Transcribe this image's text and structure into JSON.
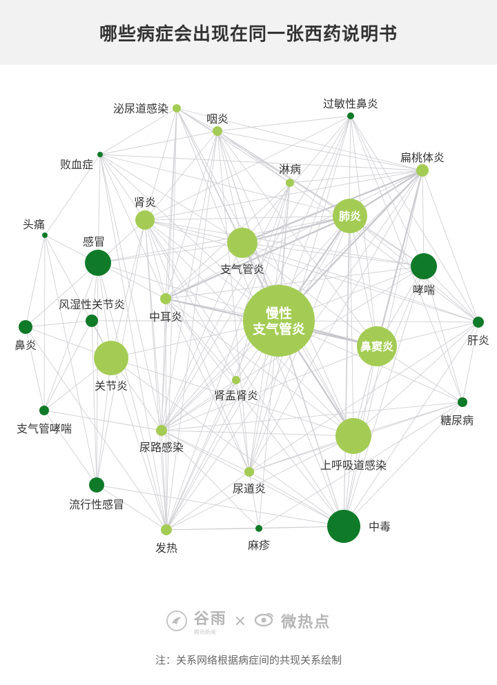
{
  "title": "哪些病症会出现在同一张西药说明书",
  "colors": {
    "dark_green": "#0f7a28",
    "light_green": "#a4cc55",
    "edge": "#cfcfd4",
    "header_bg": "#f2f2f2"
  },
  "nodes": [
    {
      "id": "mnddgr",
      "label": "泌尿道感染",
      "type": "light",
      "size": 6
    },
    {
      "id": "yy",
      "label": "咽炎",
      "type": "light",
      "size": 7
    },
    {
      "id": "gmxby",
      "label": "过敏性鼻炎",
      "type": "dark",
      "size": 5
    },
    {
      "id": "bxz",
      "label": "败血症",
      "type": "dark",
      "size": 4
    },
    {
      "id": "lb",
      "label": "淋病",
      "type": "light",
      "size": 6
    },
    {
      "id": "btty",
      "label": "扁桃体炎",
      "type": "light",
      "size": 9
    },
    {
      "id": "sy",
      "label": "肾炎",
      "type": "light",
      "size": 14
    },
    {
      "id": "fy",
      "label": "肺炎",
      "type": "light",
      "size": 25
    },
    {
      "id": "tt",
      "label": "头痛",
      "type": "dark",
      "size": 4
    },
    {
      "id": "gm",
      "label": "感冒",
      "type": "dark",
      "size": 19
    },
    {
      "id": "zqgy",
      "label": "支气管炎",
      "type": "light",
      "size": 22
    },
    {
      "id": "xc",
      "label": "哮喘",
      "type": "dark",
      "size": 19
    },
    {
      "id": "fsxgjy",
      "label": "风湿性关节炎",
      "type": "dark",
      "size": 9
    },
    {
      "id": "zey",
      "label": "中耳炎",
      "type": "light",
      "size": 8
    },
    {
      "id": "mxzqgy",
      "label": "慢性支气管炎",
      "type": "light",
      "size": 52
    },
    {
      "id": "gany",
      "label": "肝炎",
      "type": "dark",
      "size": 8
    },
    {
      "id": "biy",
      "label": "鼻炎",
      "type": "dark",
      "size": 10
    },
    {
      "id": "bdy",
      "label": "鼻窦炎",
      "type": "light",
      "size": 29
    },
    {
      "id": "gjy",
      "label": "关节炎",
      "type": "light",
      "size": 25
    },
    {
      "id": "sysy",
      "label": "肾盂肾炎",
      "type": "light",
      "size": 6
    },
    {
      "id": "tnb",
      "label": "糖尿病",
      "type": "dark",
      "size": 7
    },
    {
      "id": "zqgxc",
      "label": "支气管哮喘",
      "type": "dark",
      "size": 7
    },
    {
      "id": "nlgr",
      "label": "尿路感染",
      "type": "light",
      "size": 8
    },
    {
      "id": "shxdgr",
      "label": "上呼吸道感染",
      "type": "light",
      "size": 26
    },
    {
      "id": "nday",
      "label": "尿道炎",
      "type": "light",
      "size": 7
    },
    {
      "id": "lxxgm",
      "label": "流行性感冒",
      "type": "dark",
      "size": 11
    },
    {
      "id": "fr",
      "label": "发热",
      "type": "light",
      "size": 8
    },
    {
      "id": "mz",
      "label": "麻疹",
      "type": "dark",
      "size": 5
    },
    {
      "id": "zd",
      "label": "中毒",
      "type": "dark",
      "size": 24
    }
  ],
  "inside_labels": {
    "fy": [
      "肺炎"
    ],
    "mxzqgy": [
      "慢性",
      "支气管炎"
    ],
    "bdy": [
      "鼻窦炎"
    ]
  },
  "edges": [
    [
      "mxzqgy",
      "fy",
      1
    ],
    [
      "mxzqgy",
      "bdy",
      1
    ],
    [
      "mxzqgy",
      "zqgy",
      1
    ],
    [
      "mxzqgy",
      "shxdgr",
      1
    ],
    [
      "mxzqgy",
      "gjy",
      0
    ],
    [
      "mxzqgy",
      "xc",
      0
    ],
    [
      "mxzqgy",
      "btty",
      1
    ],
    [
      "mxzqgy",
      "zey",
      0
    ],
    [
      "mxzqgy",
      "sy",
      0
    ],
    [
      "mxzqgy",
      "nlgr",
      0
    ],
    [
      "mxzqgy",
      "zd",
      0
    ],
    [
      "mxzqgy",
      "gm",
      0
    ],
    [
      "mxzqgy",
      "yy",
      0
    ],
    [
      "mxzqgy",
      "lb",
      0
    ],
    [
      "mxzqgy",
      "gany",
      0
    ],
    [
      "mxzqgy",
      "tnb",
      0
    ],
    [
      "mxzqgy",
      "nday",
      0
    ],
    [
      "mxzqgy",
      "fr",
      0
    ],
    [
      "mxzqgy",
      "mnddgr",
      0
    ],
    [
      "mxzqgy",
      "sysy",
      0
    ],
    [
      "mxzqgy",
      "bxz",
      0
    ],
    [
      "mxzqgy",
      "gmxby",
      0
    ],
    [
      "mxzqgy",
      "fsxgjy",
      0
    ],
    [
      "fy",
      "btty",
      1
    ],
    [
      "fy",
      "zqgy",
      1
    ],
    [
      "fy",
      "zey",
      1
    ],
    [
      "fy",
      "bdy",
      0
    ],
    [
      "fy",
      "shxdgr",
      0
    ],
    [
      "fy",
      "yy",
      0
    ],
    [
      "fy",
      "sy",
      0
    ],
    [
      "fy",
      "xc",
      0
    ],
    [
      "fy",
      "nlgr",
      0
    ],
    [
      "fy",
      "zd",
      0
    ],
    [
      "fy",
      "gany",
      0
    ],
    [
      "fy",
      "fr",
      0
    ],
    [
      "fy",
      "mnddgr",
      0
    ],
    [
      "fy",
      "bxz",
      0
    ],
    [
      "fy",
      "gm",
      0
    ],
    [
      "fy",
      "nday",
      0
    ],
    [
      "bdy",
      "btty",
      1
    ],
    [
      "bdy",
      "zey",
      1
    ],
    [
      "bdy",
      "shxdgr",
      0
    ],
    [
      "bdy",
      "zqgy",
      0
    ],
    [
      "bdy",
      "gany",
      0
    ],
    [
      "bdy",
      "yy",
      0
    ],
    [
      "bdy",
      "xc",
      0
    ],
    [
      "bdy",
      "tnb",
      0
    ],
    [
      "bdy",
      "nlgr",
      0
    ],
    [
      "bdy",
      "zd",
      0
    ],
    [
      "bdy",
      "gmxby",
      0
    ],
    [
      "zqgy",
      "btty",
      1
    ],
    [
      "zqgy",
      "yy",
      0
    ],
    [
      "zqgy",
      "sy",
      0
    ],
    [
      "zqgy",
      "zey",
      0
    ],
    [
      "zqgy",
      "gm",
      0
    ],
    [
      "zqgy",
      "mnddgr",
      0
    ],
    [
      "zqgy",
      "bxz",
      0
    ],
    [
      "zqgy",
      "shxdgr",
      0
    ],
    [
      "zqgy",
      "nlgr",
      0
    ],
    [
      "zqgy",
      "xc",
      0
    ],
    [
      "zqgy",
      "gmxby",
      0
    ],
    [
      "zqgy",
      "gany",
      0
    ],
    [
      "btty",
      "yy",
      0
    ],
    [
      "btty",
      "mnddgr",
      0
    ],
    [
      "btty",
      "bxz",
      0
    ],
    [
      "btty",
      "sy",
      0
    ],
    [
      "btty",
      "zey",
      0
    ],
    [
      "btty",
      "shxdgr",
      0
    ],
    [
      "btty",
      "nlgr",
      0
    ],
    [
      "btty",
      "lb",
      0
    ],
    [
      "btty",
      "fr",
      0
    ],
    [
      "btty",
      "gany",
      0
    ],
    [
      "btty",
      "nday",
      0
    ],
    [
      "btty",
      "zd",
      0
    ],
    [
      "shxdgr",
      "zd",
      0
    ],
    [
      "shxdgr",
      "gany",
      0
    ],
    [
      "shxdgr",
      "tnb",
      0
    ],
    [
      "shxdgr",
      "nday",
      0
    ],
    [
      "shxdgr",
      "nlgr",
      0
    ],
    [
      "shxdgr",
      "fr",
      0
    ],
    [
      "shxdgr",
      "xc",
      0
    ],
    [
      "shxdgr",
      "yy",
      0
    ],
    [
      "shxdgr",
      "mnddgr",
      0
    ],
    [
      "shxdgr",
      "sy",
      0
    ],
    [
      "shxdgr",
      "zey",
      0
    ],
    [
      "gjy",
      "biy",
      0
    ],
    [
      "gjy",
      "zqgxc",
      0
    ],
    [
      "gjy",
      "lxxgm",
      0
    ],
    [
      "gjy",
      "gm",
      0
    ],
    [
      "gjy",
      "fsxgjy",
      0
    ],
    [
      "gjy",
      "tt",
      0
    ],
    [
      "gjy",
      "fr",
      0
    ],
    [
      "gjy",
      "sy",
      0
    ],
    [
      "gjy",
      "zd",
      0
    ],
    [
      "gjy",
      "nlgr",
      0
    ],
    [
      "gjy",
      "shxdgr",
      0
    ],
    [
      "zd",
      "tnb",
      0
    ],
    [
      "zd",
      "gany",
      0
    ],
    [
      "zd",
      "mz",
      0
    ],
    [
      "zd",
      "fr",
      0
    ],
    [
      "zd",
      "nday",
      0
    ],
    [
      "zd",
      "nlgr",
      0
    ],
    [
      "zd",
      "yy",
      0
    ],
    [
      "zd",
      "mnddgr",
      0
    ],
    [
      "zd",
      "zey",
      0
    ],
    [
      "zd",
      "sy",
      0
    ],
    [
      "zd",
      "xc",
      0
    ],
    [
      "zd",
      "gmxby",
      0
    ],
    [
      "xc",
      "gany",
      0
    ],
    [
      "xc",
      "tnb",
      0
    ],
    [
      "xc",
      "yy",
      0
    ],
    [
      "xc",
      "sy",
      0
    ],
    [
      "xc",
      "btty",
      0
    ],
    [
      "xc",
      "gmxby",
      0
    ],
    [
      "xc",
      "zey",
      0
    ],
    [
      "xc",
      "nlgr",
      0
    ],
    [
      "gany",
      "tnb",
      0
    ],
    [
      "gany",
      "gmxby",
      0
    ],
    [
      "gany",
      "lb",
      0
    ],
    [
      "gany",
      "sy",
      0
    ],
    [
      "gany",
      "nday",
      0
    ],
    [
      "tnb",
      "gmxby",
      0
    ],
    [
      "tnb",
      "nday",
      0
    ],
    [
      "tnb",
      "nlgr",
      0
    ],
    [
      "gmxby",
      "yy",
      0
    ],
    [
      "gmxby",
      "nlgr",
      0
    ],
    [
      "gmxby",
      "nday",
      0
    ],
    [
      "gmxby",
      "fr",
      0
    ],
    [
      "gmxby",
      "sy",
      0
    ],
    [
      "yy",
      "mnddgr",
      0
    ],
    [
      "yy",
      "bxz",
      0
    ],
    [
      "yy",
      "sy",
      0
    ],
    [
      "yy",
      "zey",
      0
    ],
    [
      "yy",
      "nlgr",
      0
    ],
    [
      "yy",
      "fr",
      0
    ],
    [
      "yy",
      "nday",
      0
    ],
    [
      "yy",
      "lb",
      0
    ],
    [
      "mnddgr",
      "bxz",
      0
    ],
    [
      "mnddgr",
      "sy",
      0
    ],
    [
      "mnddgr",
      "zey",
      0
    ],
    [
      "mnddgr",
      "nlgr",
      0
    ],
    [
      "mnddgr",
      "fr",
      0
    ],
    [
      "mnddgr",
      "lb",
      0
    ],
    [
      "bxz",
      "sy",
      0
    ],
    [
      "bxz",
      "zey",
      0
    ],
    [
      "bxz",
      "nlgr",
      0
    ],
    [
      "bxz",
      "fr",
      0
    ],
    [
      "bxz",
      "tt",
      0
    ],
    [
      "bxz",
      "gm",
      0
    ],
    [
      "lb",
      "nday",
      0
    ],
    [
      "lb",
      "nlgr",
      0
    ],
    [
      "lb",
      "sysy",
      0
    ],
    [
      "lb",
      "mz",
      0
    ],
    [
      "lb",
      "fr",
      0
    ],
    [
      "lb",
      "zey",
      0
    ],
    [
      "sy",
      "nlgr",
      0
    ],
    [
      "sy",
      "fr",
      0
    ],
    [
      "sy",
      "zey",
      0
    ],
    [
      "sy",
      "sysy",
      0
    ],
    [
      "sy",
      "nday",
      0
    ],
    [
      "sy",
      "gm",
      0
    ],
    [
      "sy",
      "lxxgm",
      0
    ],
    [
      "zey",
      "nlgr",
      0
    ],
    [
      "zey",
      "fr",
      0
    ],
    [
      "zey",
      "sysy",
      0
    ],
    [
      "zey",
      "gm",
      0
    ],
    [
      "zey",
      "nday",
      0
    ],
    [
      "sysy",
      "nlgr",
      0
    ],
    [
      "sysy",
      "nday",
      0
    ],
    [
      "sysy",
      "fr",
      0
    ],
    [
      "nlgr",
      "nday",
      0
    ],
    [
      "nlgr",
      "fr",
      0
    ],
    [
      "nlgr",
      "mz",
      0
    ],
    [
      "nday",
      "fr",
      0
    ],
    [
      "nday",
      "mz",
      0
    ],
    [
      "fr",
      "mz",
      0
    ],
    [
      "fr",
      "lxxgm",
      0
    ],
    [
      "fr",
      "gm",
      0
    ],
    [
      "fr",
      "biy",
      0
    ],
    [
      "gm",
      "lxxgm",
      0
    ],
    [
      "gm",
      "tt",
      0
    ],
    [
      "gm",
      "biy",
      0
    ],
    [
      "gm",
      "fsxgjy",
      0
    ],
    [
      "gm",
      "zqgxc",
      0
    ],
    [
      "tt",
      "biy",
      0
    ],
    [
      "tt",
      "zqgxc",
      0
    ],
    [
      "tt",
      "lxxgm",
      0
    ],
    [
      "biy",
      "zqgxc",
      0
    ],
    [
      "biy",
      "fsxgjy",
      0
    ],
    [
      "fsxgjy",
      "lxxgm",
      0
    ],
    [
      "fsxgjy",
      "zqgxc",
      0
    ],
    [
      "zqgxc",
      "lxxgm",
      0
    ],
    [
      "zqgxc",
      "nlgr",
      0
    ],
    [
      "lxxgm",
      "zd",
      0
    ],
    [
      "mz",
      "tnb",
      0
    ]
  ],
  "brand": {
    "left_name": "谷雨",
    "left_sub": "腾讯新闻",
    "separator": "×",
    "right_name": "微热点"
  },
  "footnote": "注：关系网络根据病症间的共现关系绘制"
}
